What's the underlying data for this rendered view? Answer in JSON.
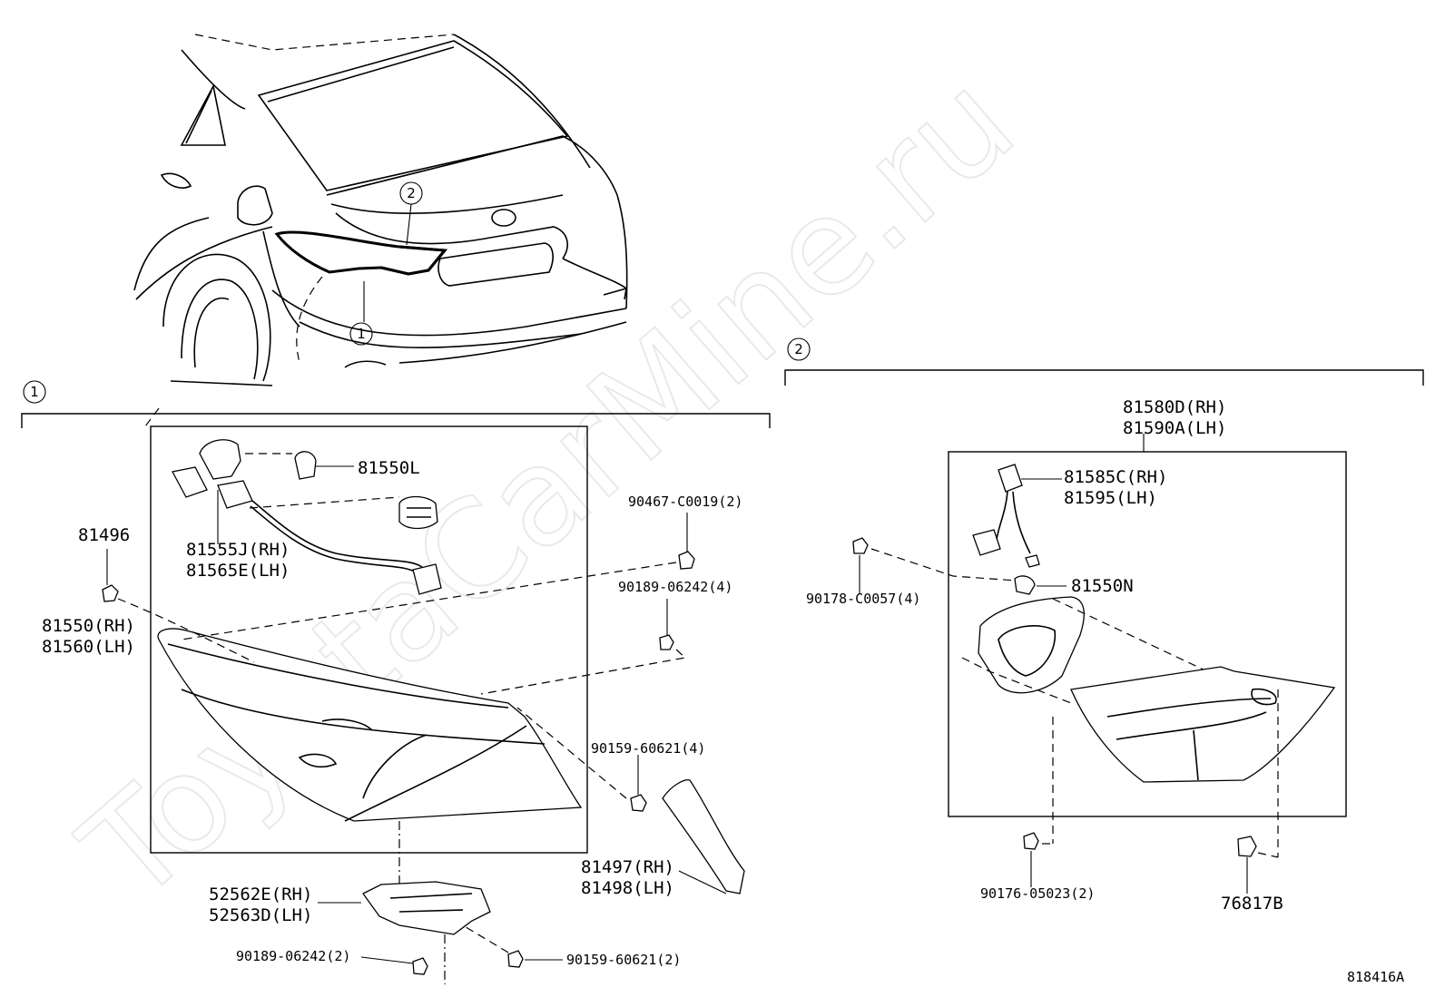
{
  "watermark": "ToyotaCarMine.ru",
  "figure_code": "818416A",
  "callouts": [
    "1",
    "2"
  ],
  "section_markers": [
    "1",
    "2"
  ],
  "parts": {
    "p81550L": "81550L",
    "p81496": "81496",
    "p81555J": "81555J(RH)",
    "p81565E": "81565E(LH)",
    "p81550": "81550(RH)",
    "p81560": "81560(LH)",
    "p90467": "90467-C0019(2)",
    "p90189_4": "90189-06242(4)",
    "p90159_4": "90159-60621(4)",
    "p81497": "81497(RH)",
    "p81498": "81498(LH)",
    "p52562E": "52562E(RH)",
    "p52563D": "52563D(LH)",
    "p90189_2": "90189-06242(2)",
    "p90159_2": "90159-60621(2)",
    "p81580D": "81580D(RH)",
    "p81590A": "81590A(LH)",
    "p81585C": "81585C(RH)",
    "p81595": "81595(LH)",
    "p90178": "90178-C0057(4)",
    "p81550N": "81550N",
    "p90176": "90176-05023(2)",
    "p76817B": "76817B"
  }
}
